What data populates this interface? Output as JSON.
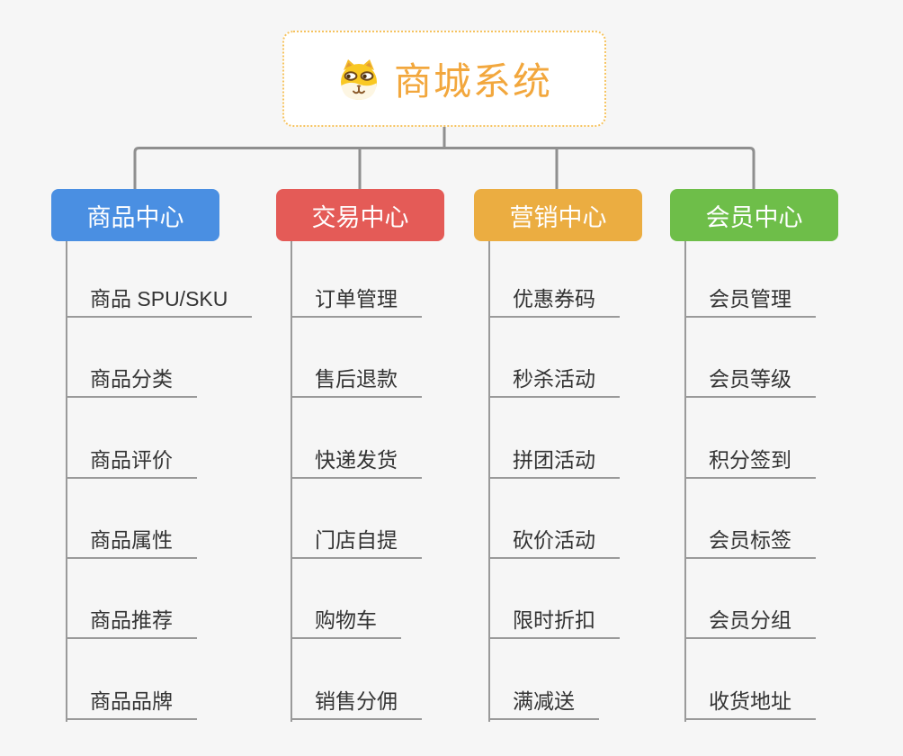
{
  "canvas": {
    "background": "#f6f6f6",
    "connector_color": "#8f8f8f",
    "leaf_line_color": "#9a9a9a",
    "leaf_text_color": "#333333"
  },
  "root": {
    "label": "商城系统",
    "icon": "dog-face-icon",
    "text_color": "#f2a73d",
    "border_color": "#f6c35f"
  },
  "branches": [
    {
      "label": "商品中心",
      "color": "#4a8fe2",
      "children": [
        "商品 SPU/SKU",
        "商品分类",
        "商品评价",
        "商品属性",
        "商品推荐",
        "商品品牌"
      ]
    },
    {
      "label": "交易中心",
      "color": "#e45b57",
      "children": [
        "订单管理",
        "售后退款",
        "快递发货",
        "门店自提",
        "购物车",
        "销售分佣"
      ]
    },
    {
      "label": "营销中心",
      "color": "#ebad41",
      "children": [
        "优惠券码",
        "秒杀活动",
        "拼团活动",
        "砍价活动",
        "限时折扣",
        "满减送"
      ]
    },
    {
      "label": "会员中心",
      "color": "#6ebe49",
      "children": [
        "会员管理",
        "会员等级",
        "积分签到",
        "会员标签",
        "会员分组",
        "收货地址"
      ]
    }
  ]
}
